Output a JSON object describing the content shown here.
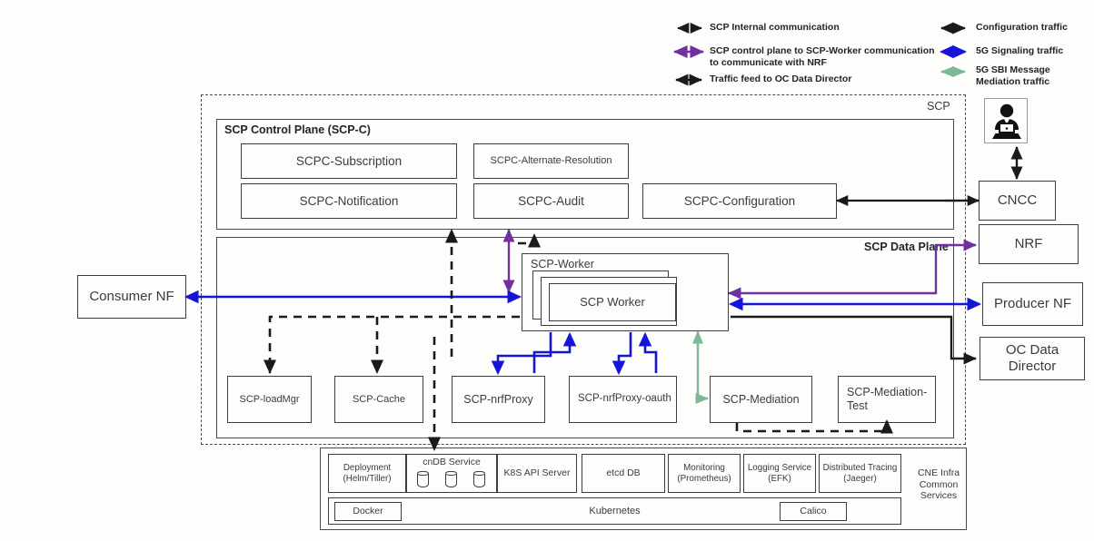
{
  "legend": {
    "items": [
      {
        "id": "scp-internal",
        "label": "SCP Internal communication",
        "color": "#1a1a1a",
        "style": "dashed-double-arrow"
      },
      {
        "id": "scp-control-worker",
        "label": "SCP control plane to SCP-Worker communication to communicate with NRF",
        "color": "#7030a0",
        "style": "solid-double-arrow"
      },
      {
        "id": "traffic-feed-ocdd",
        "label": "Traffic feed to OC Data Director",
        "color": "#1a1a1a",
        "style": "solid-double-arrow"
      },
      {
        "id": "configuration-traffic",
        "label": "Configuration traffic",
        "color": "#1a1a1a",
        "style": "solid-double-arrow"
      },
      {
        "id": "5g-signaling-traffic",
        "label": "5G Signaling traffic",
        "color": "#1515d8",
        "style": "solid-double-arrow"
      },
      {
        "id": "5g-sbi-mediation",
        "label": "5G SBI Message Mediation traffic",
        "color": "#7cb896",
        "style": "solid-double-arrow"
      }
    ]
  },
  "diagram": {
    "scp_label": "SCP",
    "control_plane": {
      "title": "SCP Control Plane (SCP-C)",
      "services": [
        {
          "id": "scpc-subscription",
          "label": "SCPC-Subscription"
        },
        {
          "id": "scpc-alternate-resolution",
          "label": "SCPC-Alternate-Resolution"
        },
        {
          "id": "scpc-notification",
          "label": "SCPC-Notification"
        },
        {
          "id": "scpc-audit",
          "label": "SCPC-Audit"
        },
        {
          "id": "scpc-configuration",
          "label": "SCPC-Configuration"
        }
      ]
    },
    "data_plane": {
      "title": "SCP Data Plane",
      "worker_group_label": "SCP-Worker",
      "worker_label": "SCP Worker",
      "services": [
        {
          "id": "scp-loadmgr",
          "label": "SCP-loadMgr"
        },
        {
          "id": "scp-cache",
          "label": "SCP-Cache"
        },
        {
          "id": "scp-nrfproxy",
          "label": "SCP-nrfProxy"
        },
        {
          "id": "scp-nrfproxy-oauth",
          "label": "SCP-nrfProxy-oauth"
        },
        {
          "id": "scp-mediation",
          "label": "SCP-Mediation"
        },
        {
          "id": "scp-mediation-test",
          "label": "SCP-Mediation-Test"
        }
      ]
    },
    "external": [
      {
        "id": "consumer-nf",
        "label": "Consumer NF"
      },
      {
        "id": "cncc",
        "label": "CNCC"
      },
      {
        "id": "nrf",
        "label": "NRF"
      },
      {
        "id": "producer-nf",
        "label": "Producer NF"
      },
      {
        "id": "oc-data-director",
        "label": "OC Data Director"
      }
    ],
    "operator_icon": "operator-user-laptop-icon",
    "cne": {
      "title": "CNE Infra Common Services",
      "row1": [
        {
          "id": "deployment",
          "label": "Deployment (Helm/Tiller)"
        },
        {
          "id": "cndb-service",
          "label": "cnDB Service",
          "has_cylinders": true,
          "cylinder_count": 3
        },
        {
          "id": "k8s-api-server",
          "label": "K8S API Server"
        },
        {
          "id": "etcd-db",
          "label": "etcd DB"
        },
        {
          "id": "monitoring",
          "label": "Monitoring (Prometheus)"
        },
        {
          "id": "logging",
          "label": "Logging Service (EFK)"
        },
        {
          "id": "distributed-tracing",
          "label": "Distributed Tracing (Jaeger)"
        }
      ],
      "row2": {
        "platform": "Kubernetes",
        "left": "Docker",
        "right": "Calico"
      }
    }
  },
  "colors": {
    "purple": "#7030a0",
    "blue": "#1515d8",
    "green": "#7cb896",
    "black": "#1a1a1a",
    "stroke": "#3d3d3d"
  }
}
